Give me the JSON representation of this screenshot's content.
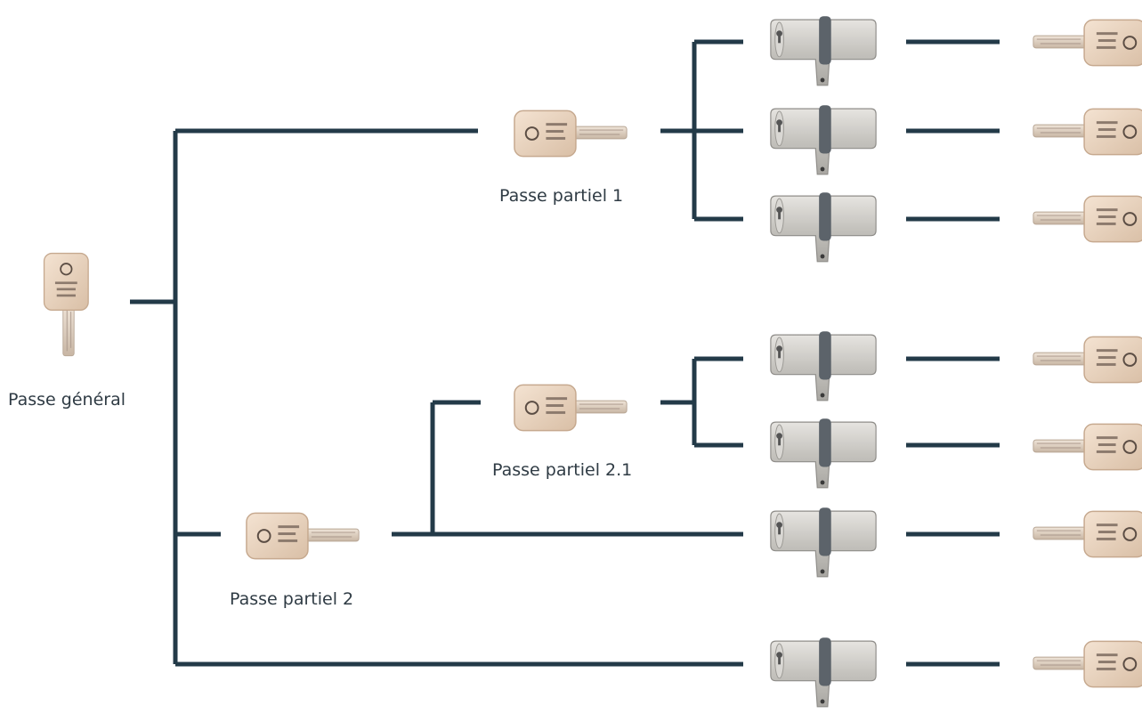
{
  "labels": {
    "master": "Passe général",
    "partial1": "Passe partiel 1",
    "partial2": "Passe partiel 2",
    "partial21": "Passe partiel 2.1"
  },
  "colors": {
    "line": "#233a48",
    "key_head": "#e8d5c2",
    "key_blade": "#d8c8b8",
    "cylinder": "#c9c7c2",
    "cam": "#5c636a",
    "label": "#2f3b44"
  },
  "icons": {
    "master_key": "key-icon",
    "partial_key": "key-icon",
    "cylinder": "lock-cylinder-icon",
    "user_key": "key-icon"
  }
}
